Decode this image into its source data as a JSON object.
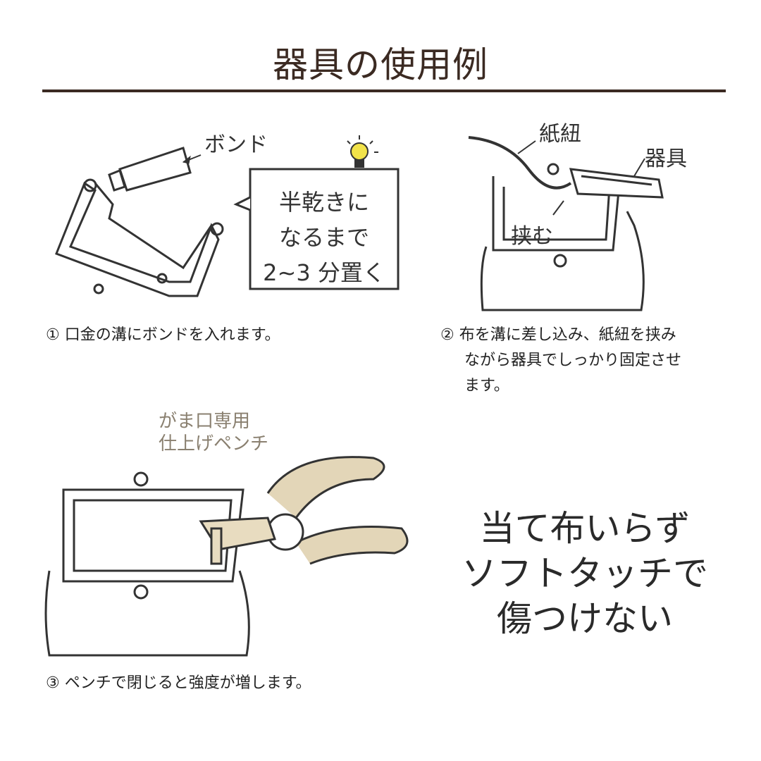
{
  "title": "器具の使用例",
  "step1": {
    "bond_label": "ボンド",
    "bubble_lines": [
      "半乾きに",
      "なるまで",
      "2~3 分置く"
    ],
    "caption": "① 口金の溝にボンドを入れます。"
  },
  "step2": {
    "paper_string_label": "紙紐",
    "tool_label": "器具",
    "clamp_label": "挟む",
    "caption_lines": [
      "② 布を溝に差し込み、紙紐を挟み",
      "ながら器具でしっかり固定させ",
      "ます。"
    ]
  },
  "step3": {
    "pliers_label_lines": [
      "がま口専用",
      "仕上げペンチ"
    ],
    "caption": "③ ペンチで閉じると強度が増します。"
  },
  "tagline": [
    "当て布いらず",
    "ソフトタッチで",
    "傷つけない"
  ],
  "colors": {
    "text": "#3b2a22",
    "pliers_grip": "#e3d6b8",
    "bulb": "#f2e34a"
  }
}
